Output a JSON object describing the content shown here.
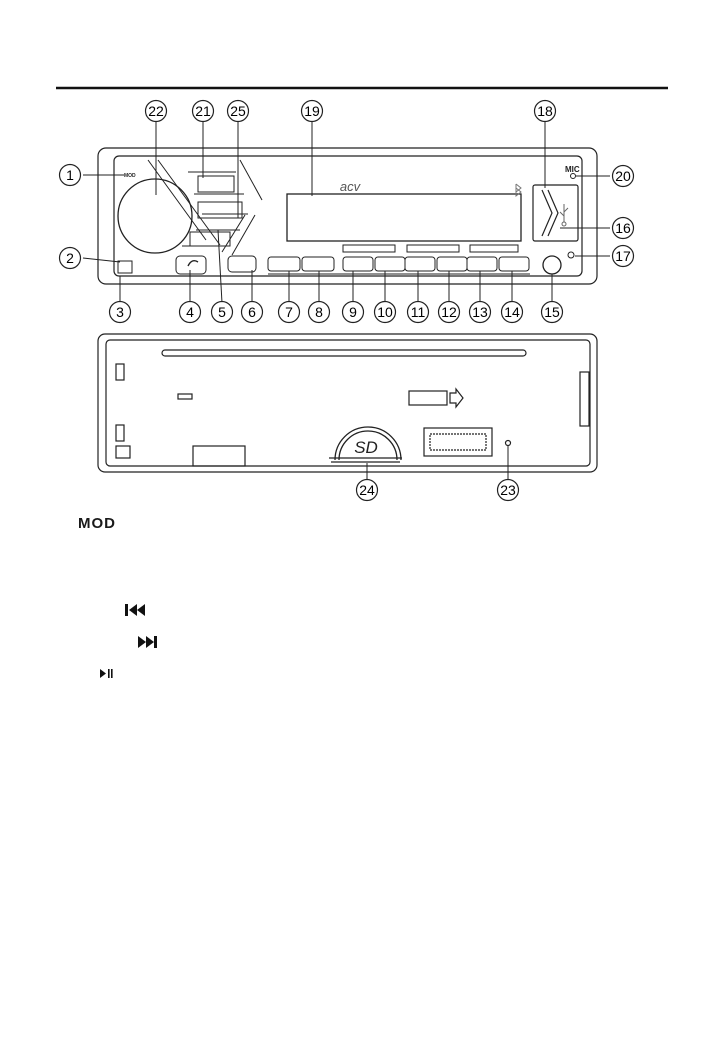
{
  "device": {
    "brand": "acv",
    "mic_label": "MIC",
    "mod_label": "MOD",
    "sd_label": "SD",
    "bluetooth_icon": "bluetooth-icon",
    "usb_icon": "usb-icon"
  },
  "callouts": [
    "1",
    "2",
    "3",
    "4",
    "5",
    "6",
    "7",
    "8",
    "9",
    "10",
    "11",
    "12",
    "13",
    "14",
    "15",
    "16",
    "17",
    "18",
    "19",
    "20",
    "21",
    "22",
    "23",
    "24",
    "25"
  ],
  "legend": {
    "mod": "MOD",
    "prev_icon": "skip-previous-icon",
    "next_icon": "skip-next-icon",
    "play_pause_icon": "play-pause-icon"
  }
}
